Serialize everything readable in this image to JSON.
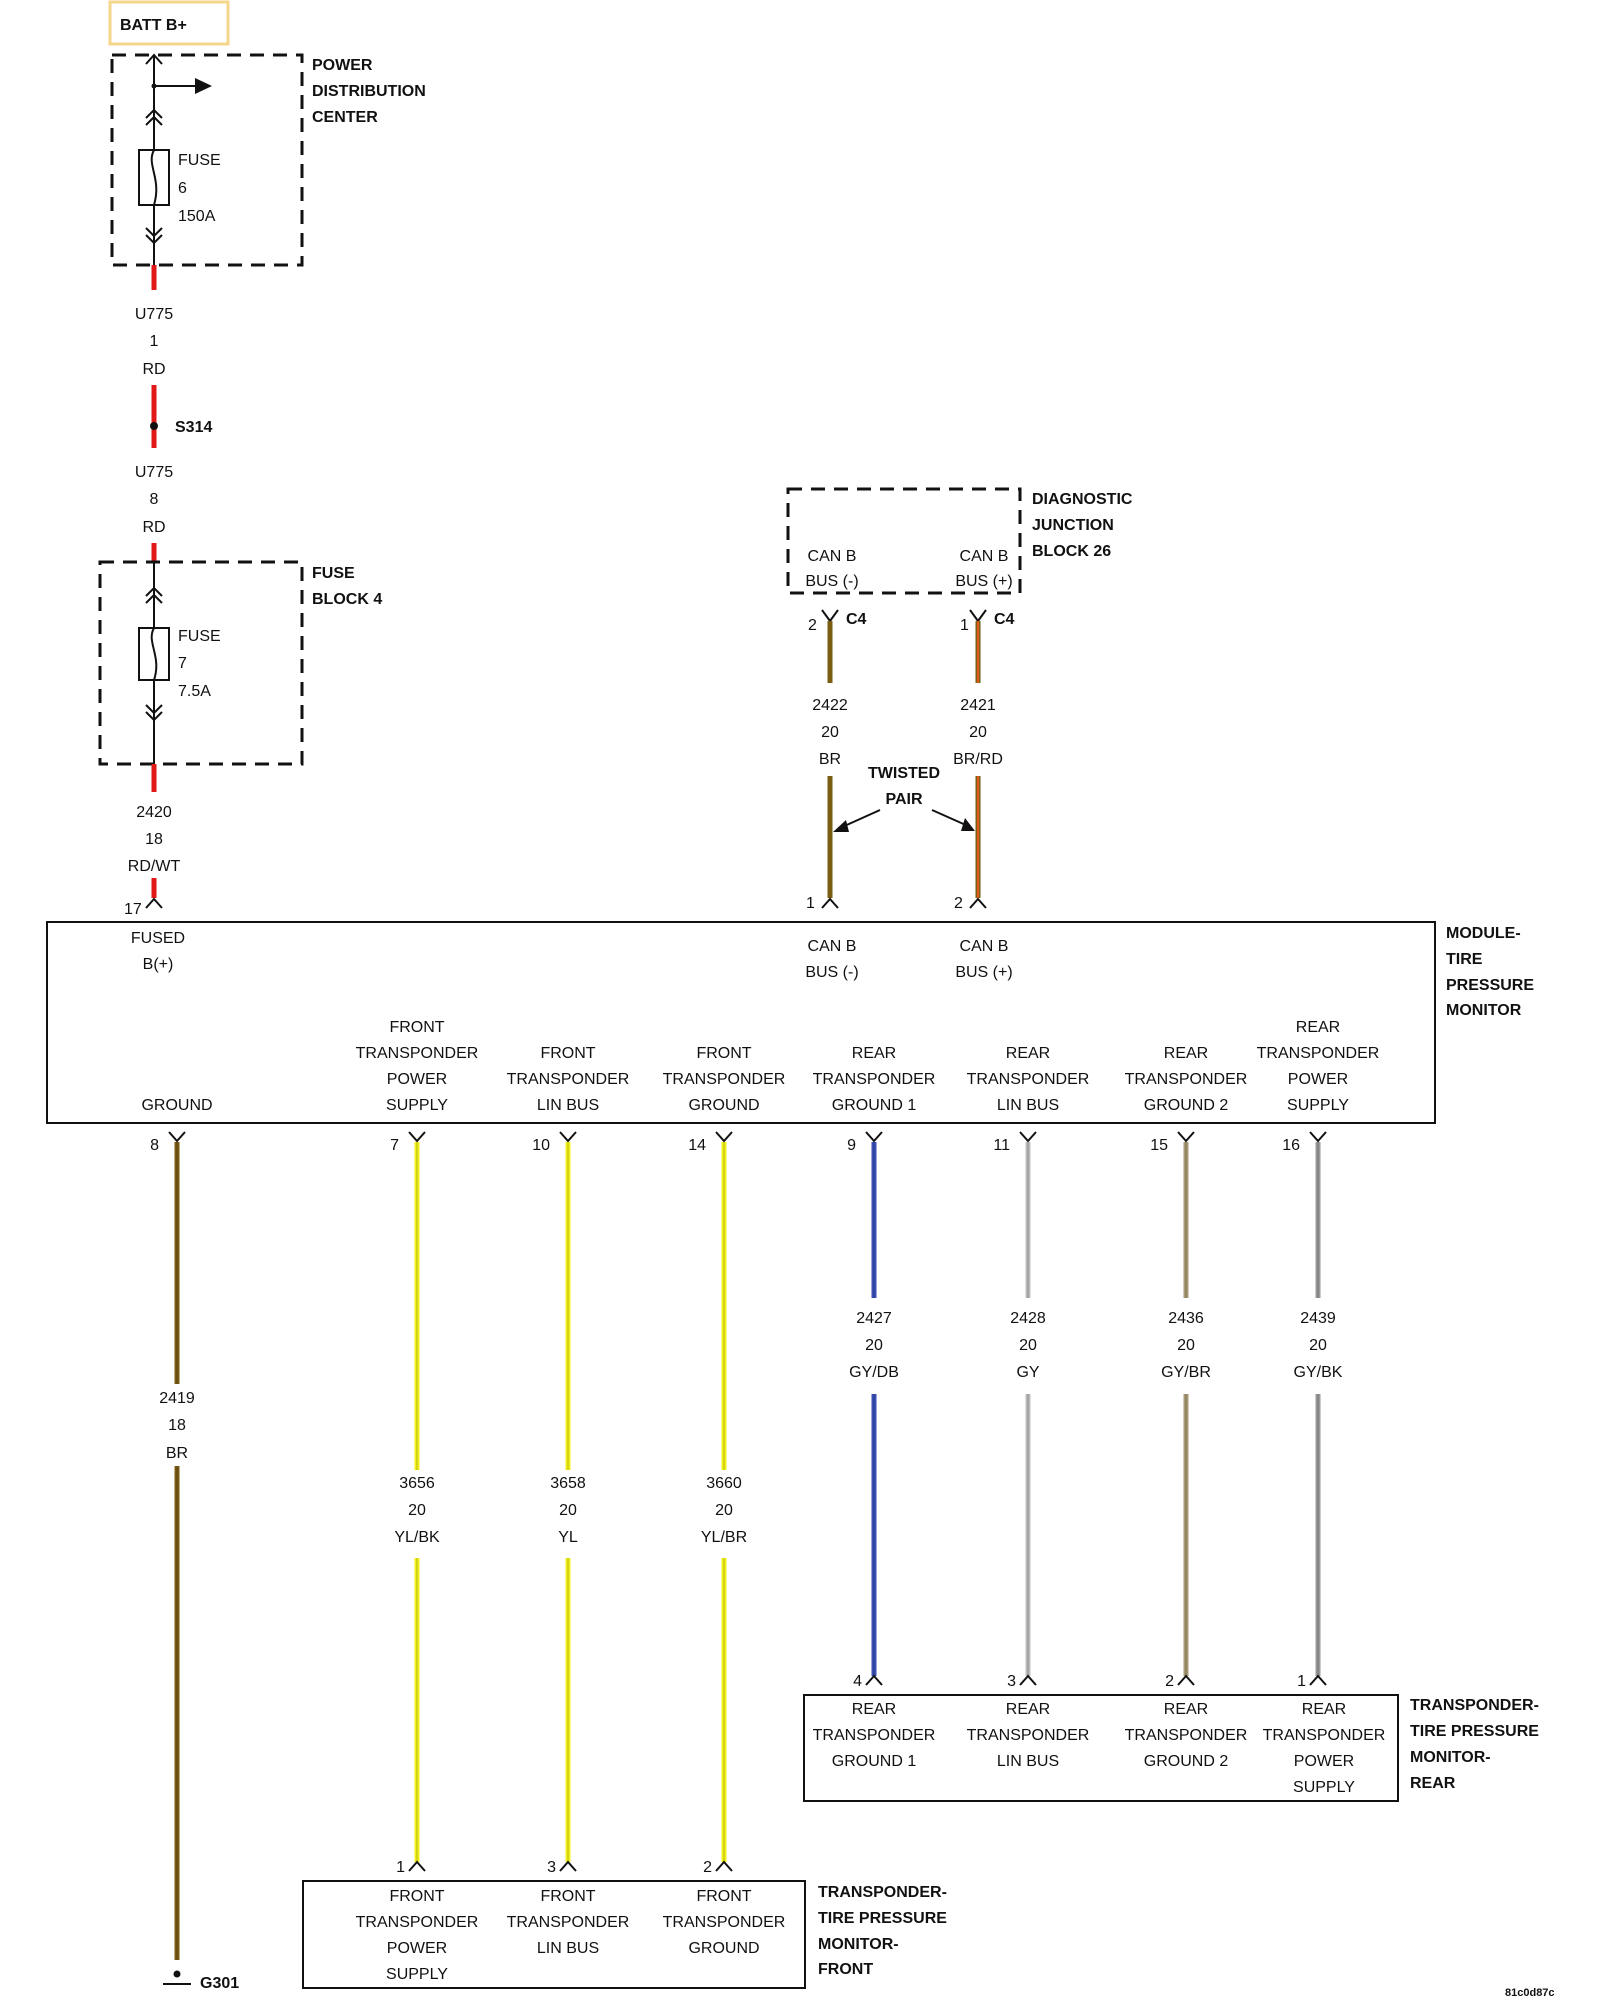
{
  "battery": {
    "label": "BATT B+"
  },
  "pdc": {
    "name": [
      "POWER",
      "DISTRIBUTION",
      "CENTER"
    ],
    "fuse": [
      "FUSE",
      "6",
      "150A"
    ]
  },
  "wire_u775_1": [
    "U775",
    "1",
    "RD"
  ],
  "splice": {
    "label": "S314"
  },
  "wire_u775_8": [
    "U775",
    "8",
    "RD"
  ],
  "fuse_block": {
    "name": [
      "FUSE",
      "BLOCK 4"
    ],
    "fuse": [
      "FUSE",
      "7",
      "7.5A"
    ]
  },
  "wire_2420": [
    "2420",
    "18",
    "RD/WT"
  ],
  "djb": {
    "name": [
      "DIAGNOSTIC",
      "JUNCTION",
      "BLOCK 26"
    ],
    "can_minus": [
      "CAN B",
      "BUS (-)"
    ],
    "can_plus": [
      "CAN B",
      "BUS (+)"
    ],
    "pin_minus": "2",
    "pin_plus": "1",
    "connector": "C4"
  },
  "wire_2422": [
    "2422",
    "20",
    "BR"
  ],
  "wire_2421": [
    "2421",
    "20",
    "BR/RD"
  ],
  "twisted_pair": [
    "TWISTED",
    "PAIR"
  ],
  "tpm_module": {
    "name": [
      "MODULE-",
      "TIRE",
      "PRESSURE",
      "MONITOR"
    ],
    "top_pins": {
      "fused": "17",
      "can_minus": "1",
      "can_plus": "2"
    },
    "fused_label": [
      "FUSED",
      "B(+)"
    ],
    "can_minus": [
      "CAN B",
      "BUS (-)"
    ],
    "can_plus": [
      "CAN B",
      "BUS (+)"
    ],
    "bottom": [
      {
        "pin": "8",
        "label": [
          "GROUND"
        ]
      },
      {
        "pin": "7",
        "label": [
          "FRONT",
          "TRANSPONDER",
          "POWER",
          "SUPPLY"
        ]
      },
      {
        "pin": "10",
        "label": [
          "FRONT",
          "TRANSPONDER",
          "LIN BUS"
        ]
      },
      {
        "pin": "14",
        "label": [
          "FRONT",
          "TRANSPONDER",
          "GROUND"
        ]
      },
      {
        "pin": "9",
        "label": [
          "REAR",
          "TRANSPONDER",
          "GROUND 1"
        ]
      },
      {
        "pin": "11",
        "label": [
          "REAR",
          "TRANSPONDER",
          "LIN BUS"
        ]
      },
      {
        "pin": "15",
        "label": [
          "REAR",
          "TRANSPONDER",
          "GROUND 2"
        ]
      },
      {
        "pin": "16",
        "label": [
          "REAR",
          "TRANSPONDER",
          "POWER",
          "SUPPLY"
        ]
      }
    ]
  },
  "bottom_wires": [
    {
      "circuit": [
        "2419",
        "18",
        "BR"
      ],
      "color": "#7a5c12"
    },
    {
      "circuit": [
        "3656",
        "20",
        "YL/BK"
      ],
      "color": "#f2f21a"
    },
    {
      "circuit": [
        "3658",
        "20",
        "YL"
      ],
      "color": "#f2f21a"
    },
    {
      "circuit": [
        "3660",
        "20",
        "YL/BR"
      ],
      "color": "#f2f21a"
    },
    {
      "circuit": [
        "2427",
        "20",
        "GY/DB"
      ],
      "color": "#3a4fb8"
    },
    {
      "circuit": [
        "2428",
        "20",
        "GY"
      ],
      "color": "#bdbdbd"
    },
    {
      "circuit": [
        "2436",
        "20",
        "GY/BR"
      ],
      "color": "#a89a76"
    },
    {
      "circuit": [
        "2439",
        "20",
        "GY/BK"
      ],
      "color": "#9a9a9a"
    }
  ],
  "ground": {
    "label": "G301"
  },
  "rear_transponder": {
    "name": [
      "TRANSPONDER-",
      "TIRE PRESSURE",
      "MONITOR-",
      "REAR"
    ],
    "pins": [
      {
        "pin": "4",
        "label": [
          "REAR",
          "TRANSPONDER",
          "GROUND 1"
        ]
      },
      {
        "pin": "3",
        "label": [
          "REAR",
          "TRANSPONDER",
          "LIN BUS"
        ]
      },
      {
        "pin": "2",
        "label": [
          "REAR",
          "TRANSPONDER",
          "GROUND 2"
        ]
      },
      {
        "pin": "1",
        "label": [
          "REAR",
          "TRANSPONDER",
          "POWER",
          "SUPPLY"
        ]
      }
    ]
  },
  "front_transponder": {
    "name": [
      "TRANSPONDER-",
      "TIRE PRESSURE",
      "MONITOR-",
      "FRONT"
    ],
    "pins": [
      {
        "pin": "1",
        "label": [
          "FRONT",
          "TRANSPONDER",
          "POWER",
          "SUPPLY"
        ]
      },
      {
        "pin": "3",
        "label": [
          "FRONT",
          "TRANSPONDER",
          "LIN BUS"
        ]
      },
      {
        "pin": "2",
        "label": [
          "FRONT",
          "TRANSPONDER",
          "GROUND"
        ]
      }
    ]
  },
  "doc_id": "81c0d87c",
  "colors": {
    "red": "#e01818",
    "brown": "#7a5c12",
    "red_stripe": "#e05a1a",
    "battery_box": "#f5d68a"
  }
}
